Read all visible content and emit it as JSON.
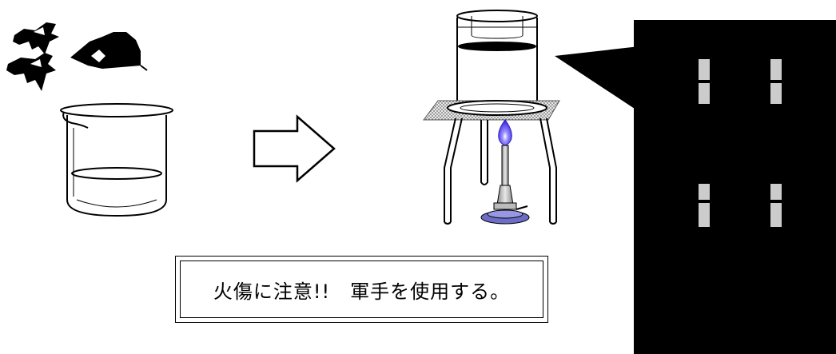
{
  "warning": {
    "text": "火傷に注意!!　軍手を使用する。"
  },
  "colors": {
    "line": "#000000",
    "flame": "#4b3cff",
    "gauze": "#9a9a9a",
    "stripe": "#cccccc",
    "burner_base": "#6d6dc7"
  },
  "icons": {
    "arrow": "right-arrow-outline",
    "left_item": "glove-and-beaker",
    "right_item": "beaker-on-burner-stand"
  }
}
